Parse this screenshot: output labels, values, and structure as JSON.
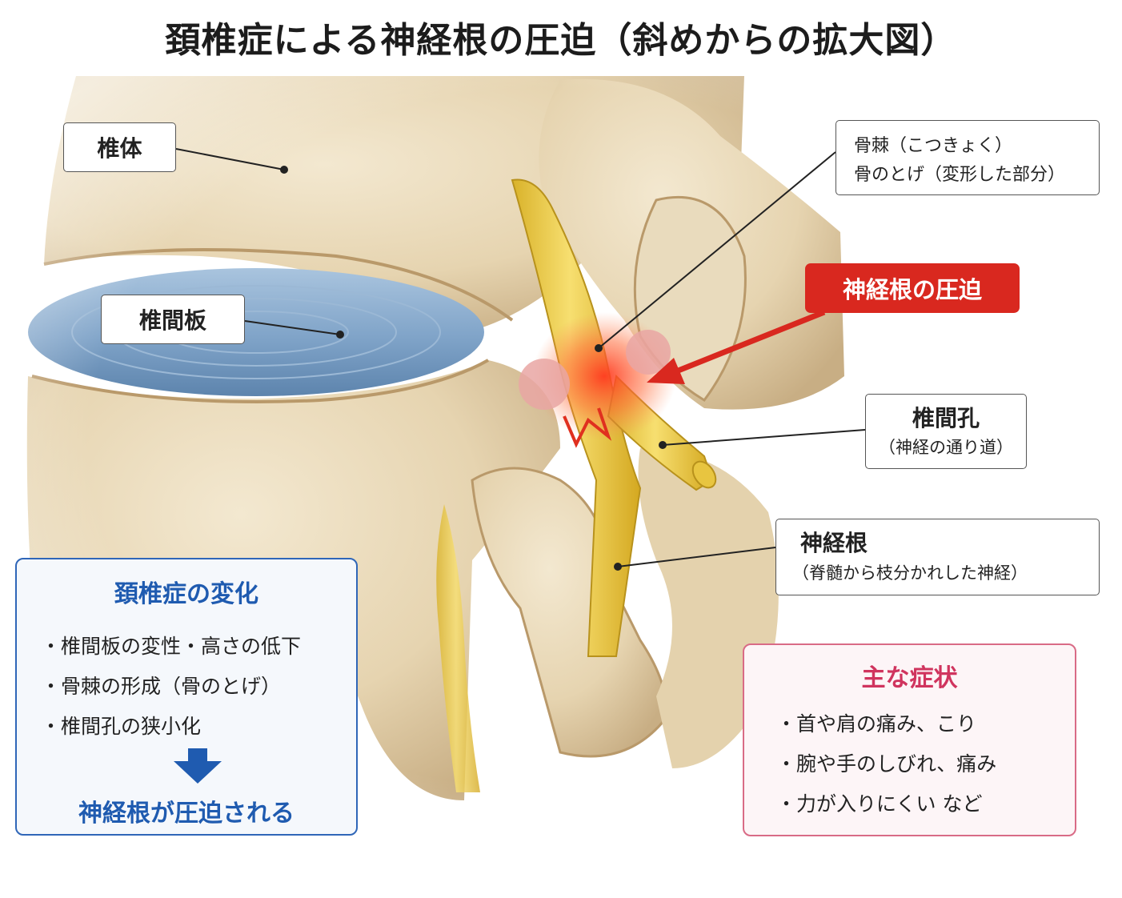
{
  "title": "頚椎症による神経根の圧迫（斜めからの拡大図）",
  "labels": {
    "vertebral_body": "椎体",
    "disc": "椎間板",
    "osteophyte_line1": "骨棘（こつきょく）",
    "osteophyte_line2": "骨のとげ（変形した部分）",
    "compression": "神経根の圧迫",
    "foramen_main": "椎間孔",
    "foramen_sub": "（神経の通り道）",
    "root_main": "神経根",
    "root_sub": "（脊髄から枝分かれした神経）"
  },
  "changes_box": {
    "heading": "頚椎症の変化",
    "items": [
      "・椎間板の変性・高さの低下",
      "・骨棘の形成（骨のとげ）",
      "・椎間孔の狭小化"
    ],
    "result": "神経根が圧迫される"
  },
  "symptoms_box": {
    "heading": "主な症状",
    "items": [
      "・首や肩の痛み、こり",
      "・腕や手のしびれ、痛み",
      "・力が入りにくい など"
    ]
  },
  "colors": {
    "bone": "#e6d4b0",
    "disc": "#7fa3c8",
    "nerve": "#f0cf45",
    "compression_red": "#d9281f",
    "changes_blue": "#2f66b8",
    "symptoms_pink": "#d96b86"
  }
}
